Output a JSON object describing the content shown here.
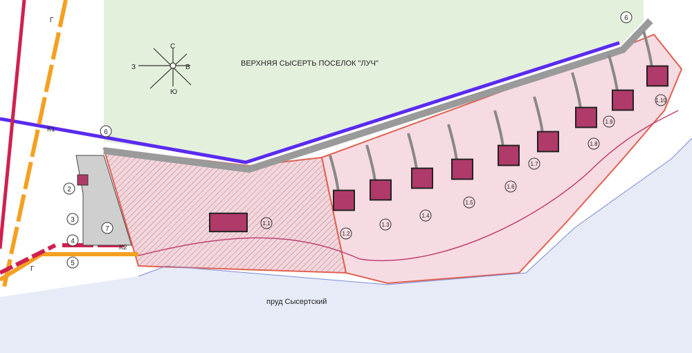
{
  "map": {
    "settlement_label": "ВЕРХНЯЯ СЫСЕРТЬ  ПОСЕЛОК \"ЛУЧ\"",
    "pond_label": "пруд Сысертский",
    "compass": {
      "north": "С",
      "south": "Ю",
      "east": "В",
      "west": "З"
    },
    "road_labels": {
      "k1": "К1",
      "k2": "К2",
      "g1": "Г",
      "g2": "Г"
    },
    "lots": [
      "1.1",
      "1.2",
      "1.3",
      "1.4",
      "1.5",
      "1.6",
      "1.7",
      "1.8",
      "1.9",
      "1.10"
    ],
    "markers": [
      "2",
      "3",
      "4",
      "5",
      "6",
      "6",
      "7"
    ],
    "colors": {
      "green": "#e3f0dc",
      "water": "#e6ebf7",
      "plot": "#f6dbe2",
      "house": "#b03a6a",
      "boundary": "#5a2bf0",
      "orange": "#f5a020",
      "crimson": "#d0204f"
    }
  }
}
